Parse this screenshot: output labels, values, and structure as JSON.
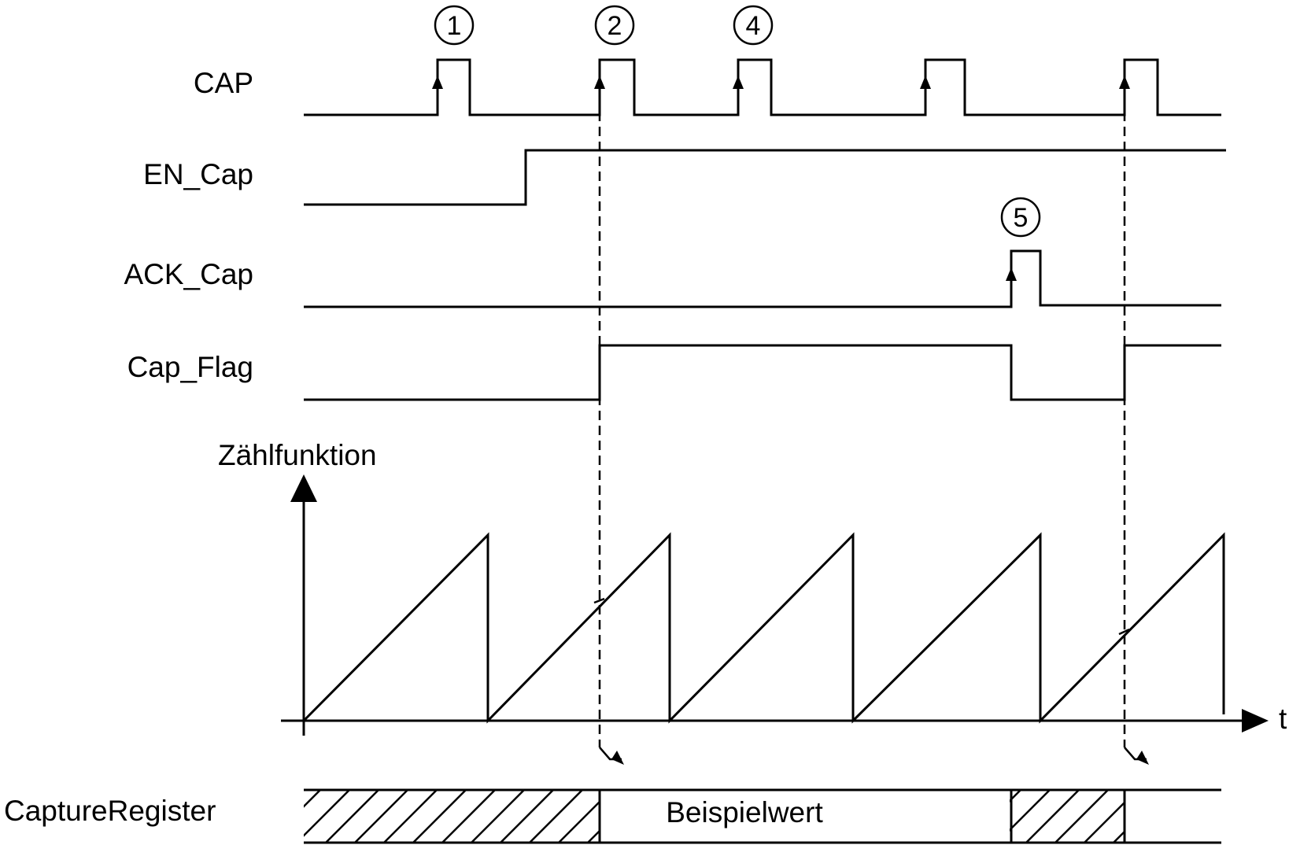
{
  "signals": {
    "cap": "CAP",
    "en_cap": "EN_Cap",
    "ack_cap": "ACK_Cap",
    "cap_flag": "Cap_Flag",
    "counter": "Zählfunktion",
    "capture_register": "CaptureRegister"
  },
  "axis": {
    "time": "t"
  },
  "register_value": "Beispielwert",
  "markers": [
    "1",
    "2",
    "4",
    "5"
  ]
}
